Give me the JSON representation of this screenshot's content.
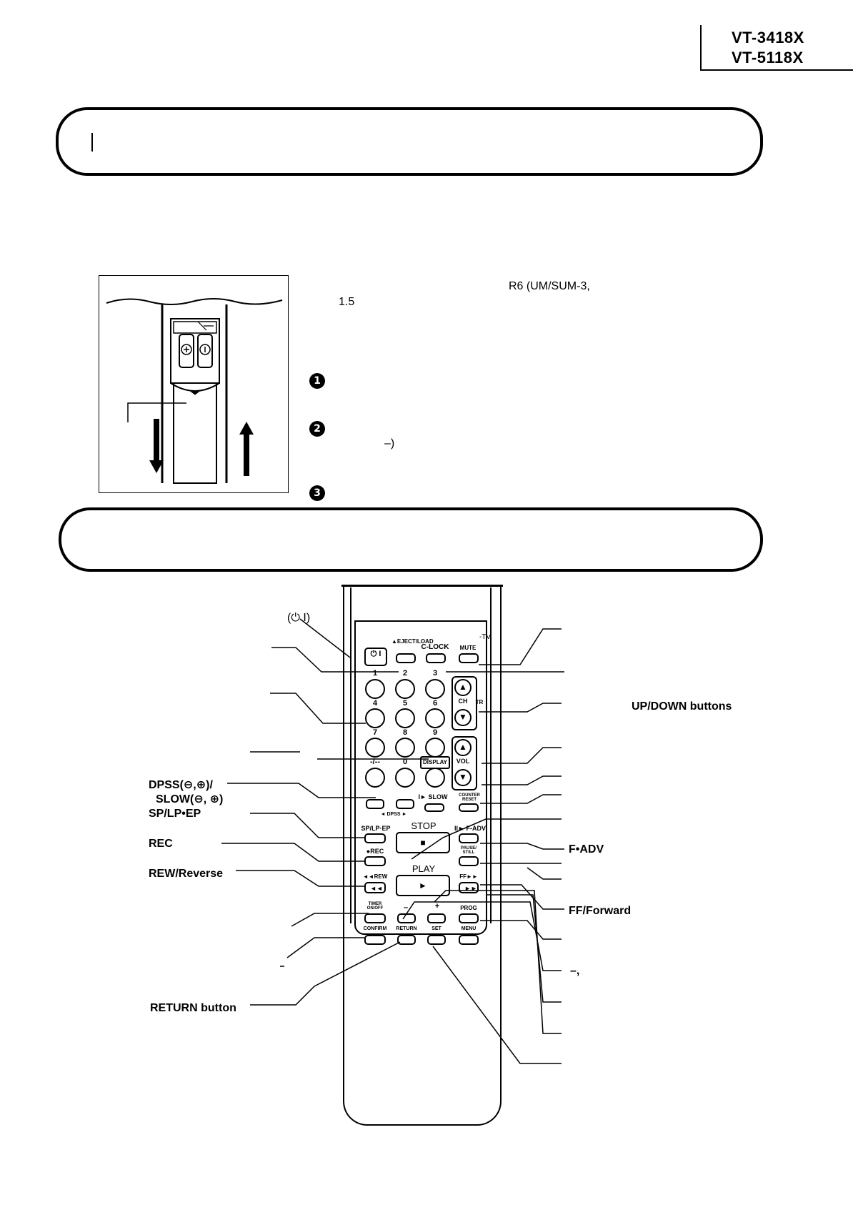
{
  "header": {
    "model_1": "VT-3418X",
    "model_2": "VT-5118X"
  },
  "battery": {
    "type_text": "R6 (UM/SUM-3,",
    "voltage_text": "1.5",
    "step_1": "1",
    "step_2": "2",
    "step_2_fragment": "–)",
    "step_3": "3"
  },
  "remote": {
    "buttons": {
      "power": "⏻ I",
      "eject_load": "▲EJECT/LOAD",
      "c_lock": "C-LOCK",
      "mute": "MUTE",
      "tv_label": "-TV",
      "digits": [
        "1",
        "2",
        "3",
        "4",
        "5",
        "6",
        "7",
        "8",
        "9",
        "-/--",
        "0"
      ],
      "display": "DISPLAY",
      "ch": "CH",
      "vol": "VOL",
      "tr": "TR",
      "dpss": "◄ DPSS ►",
      "slow": "I► SLOW",
      "counter_reset": "COUNTER RESET",
      "sp_lp_ep": "SP/LP·EP",
      "stop": "STOP",
      "f_adv": "II► F-ADV",
      "rec": "●REC",
      "pause_still": "PAUSE/ STILL",
      "rew": "◄◄REW",
      "play": "PLAY",
      "ff": "FF►►",
      "timer_onoff": "TIMER ON/OFF",
      "minus": "–",
      "plus": "+",
      "prog": "PROG",
      "confirm": "CONFIRM",
      "return": "RETURN",
      "set": "SET",
      "menu": "MENU"
    },
    "labels": {
      "power": "(⏻ I)",
      "dpss": "DPSS(⊖,⊕)/",
      "slow": "SLOW(⊖, ⊕)",
      "sp_lp_ep": "SP/LP•EP",
      "rec": "REC",
      "rew": "REW/Reverse",
      "return": "RETURN button",
      "up_down": "UP/DOWN buttons",
      "f_adv": "F•ADV",
      "ff": "FF/Forward",
      "minus_fragment": "–,"
    }
  }
}
